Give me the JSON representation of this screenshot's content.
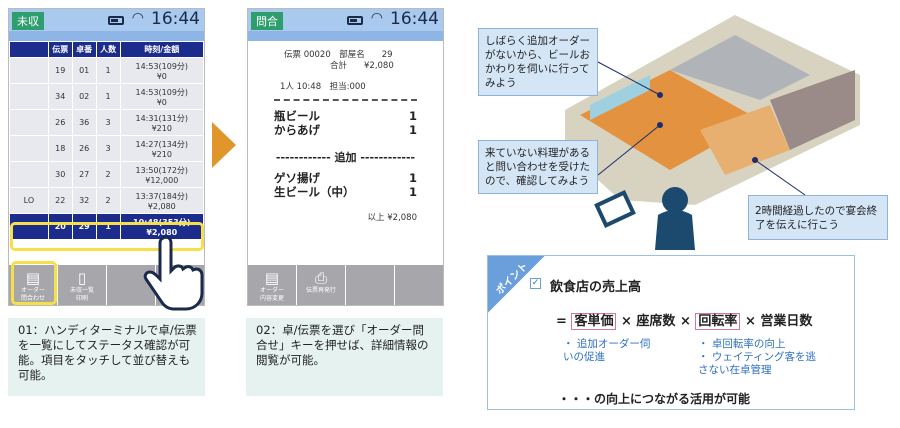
{
  "screen1": {
    "status_badge": "未収",
    "time": "16:44",
    "headers": [
      "",
      "伝票",
      "卓番",
      "人数",
      "時刻/金額"
    ],
    "rows": [
      {
        "flag": "",
        "slip": "19",
        "table": "01",
        "people": "1",
        "time": "14:53(109分)",
        "amount": "¥0"
      },
      {
        "flag": "",
        "slip": "34",
        "table": "02",
        "people": "1",
        "time": "14:53(109分)",
        "amount": "¥0"
      },
      {
        "flag": "",
        "slip": "26",
        "table": "36",
        "people": "3",
        "time": "14:31(131分)",
        "amount": "¥210"
      },
      {
        "flag": "",
        "slip": "18",
        "table": "26",
        "people": "3",
        "time": "14:27(134分)",
        "amount": "¥210"
      },
      {
        "flag": "",
        "slip": "30",
        "table": "27",
        "people": "2",
        "time": "13:50(172分)",
        "amount": "¥12,000"
      },
      {
        "flag": "LO",
        "slip": "22",
        "table": "32",
        "people": "2",
        "time": "13:37(184分)",
        "amount": "¥2,080"
      },
      {
        "flag": "",
        "slip": "20",
        "table": "29",
        "people": "1",
        "time": "10:48(353分)",
        "amount": "¥2,080"
      }
    ],
    "buttons": [
      {
        "line1": "オーダー",
        "line2": "問合わせ"
      },
      {
        "line1": "未収一覧",
        "line2": "印刷"
      },
      {
        "line1": "",
        "line2": ""
      },
      {
        "line1": "",
        "line2": ""
      }
    ]
  },
  "screen2": {
    "status_badge": "問合",
    "time": "16:44",
    "line1": "伝票 00020　部屋名　　29",
    "line2": "合計　　¥2,080",
    "line3": "1人 10:48　担当:000",
    "items": [
      {
        "name": "瓶ビール",
        "qty": "1"
      },
      {
        "name": "からあげ",
        "qty": "1"
      }
    ],
    "section": "------------ 追加 ------------",
    "added": [
      {
        "name": "ゲソ揚げ",
        "qty": "1"
      },
      {
        "name": "生ビール（中）",
        "qty": "1"
      }
    ],
    "total": "以上 ¥2,080",
    "buttons": [
      {
        "line1": "オーダー",
        "line2": "内容変更"
      },
      {
        "line1": "伝票再発行",
        "line2": ""
      },
      {
        "line1": "",
        "line2": ""
      },
      {
        "line1": "",
        "line2": ""
      }
    ]
  },
  "captions": [
    "01：ハンディターミナルで卓/伝票を一覧にしてステータス確認が可能。項目をタッチして並び替えも可能。",
    "02：卓/伝票を選び「オーダー問合せ」キーを押せば、詳細情報の閲覧が可能。"
  ],
  "callouts": [
    "しばらく追加オーダーがないから、ビールおかわりを伺いに行ってみよう",
    "来ていない料理があると問い合わせを受けたので、確認してみよう",
    "2時間経過したので宴会終了を伝えに行こう"
  ],
  "point": {
    "tag": "ポイント",
    "title": "飲食店の売上高",
    "eq": "=",
    "f1": "客単価",
    "x": "×",
    "f2": "座席数",
    "f3": "回転率",
    "f4": "営業日数",
    "notes1": [
      "追加オーダー伺いの促進"
    ],
    "notes3": [
      "卓回転率の向上",
      "ウェイティング客を逃さない在卓管理"
    ],
    "conclusion": "・・・の向上につながる活用が可能"
  },
  "colors": {
    "navy": "#1c2c8c",
    "highlight": "#f5e04a",
    "arrow": "#e0962a",
    "accent": "#2d6fc2"
  }
}
